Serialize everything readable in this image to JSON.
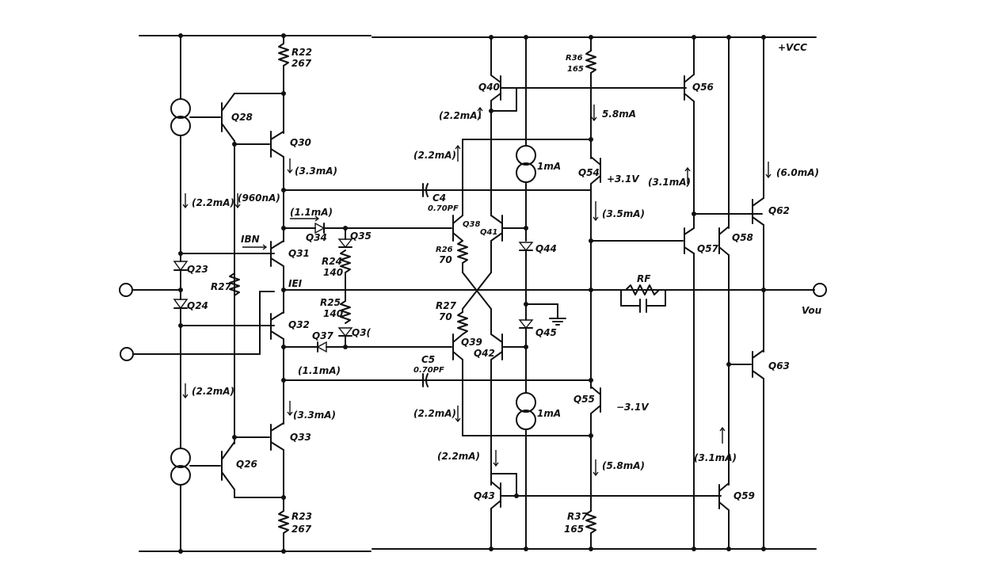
{
  "labels": {
    "vcc": "+VCC",
    "vout": "Vou",
    "r22": "R22",
    "r22v": "267",
    "r23": "R23",
    "r23v": "267",
    "r36": "R36",
    "r36v": "165",
    "r37": "R37",
    "r37v": "165",
    "r24": "R24",
    "r24v": "140",
    "r25": "R25",
    "r25v": "140",
    "r26": "R26",
    "r26v": "70",
    "r27b": "R27",
    "r27bv": "70",
    "r27a": "R27",
    "rf": "RF",
    "c4": "C4",
    "c4v": "0.70PF",
    "c5": "C5",
    "c5v": "0.70PF",
    "q23": "Q23",
    "q24": "Q24",
    "q26": "Q26",
    "q28": "Q28",
    "q30": "Q30",
    "q31": "Q31",
    "q32": "Q32",
    "q33": "Q33",
    "q34": "Q34",
    "q35": "Q35",
    "q36": "Q3(",
    "q37": "Q37",
    "q38": "Q38",
    "q39": "Q39",
    "q40": "Q40",
    "q41": "Q41",
    "q42": "Q42",
    "q43": "Q43",
    "q44": "Q44",
    "q45": "Q45",
    "q54": "Q54",
    "q55": "Q55",
    "q56": "Q56",
    "q57": "Q57",
    "q58": "Q58",
    "q59": "Q59",
    "q62": "Q62",
    "q63": "Q63",
    "ibn": "IBN",
    "iei": "IEI",
    "i22a": "(2.2mA)",
    "i22b": "(2.2mA)",
    "i22c": "(2.2mA)",
    "i22d": "(2.2mA)",
    "i22e": "(2.2mA)",
    "i22f": "(2.2mA)",
    "i33a": "(3.3mA)",
    "i33b": "(3.3mA)",
    "i960": "(960nA)",
    "i11a": "(1.1mA)",
    "i11b": "(1.1mA)",
    "i58a": "5.8mA",
    "i58b": "(5.8mA)",
    "i35": "(3.5mA)",
    "i31a": "(3.1mA)",
    "i31b": "(3.1mA)",
    "i60": "(6.0mA)",
    "i1a": "1mA",
    "i1b": "1mA",
    "v31p": "+3.1V",
    "v31n": "−3.1V"
  }
}
